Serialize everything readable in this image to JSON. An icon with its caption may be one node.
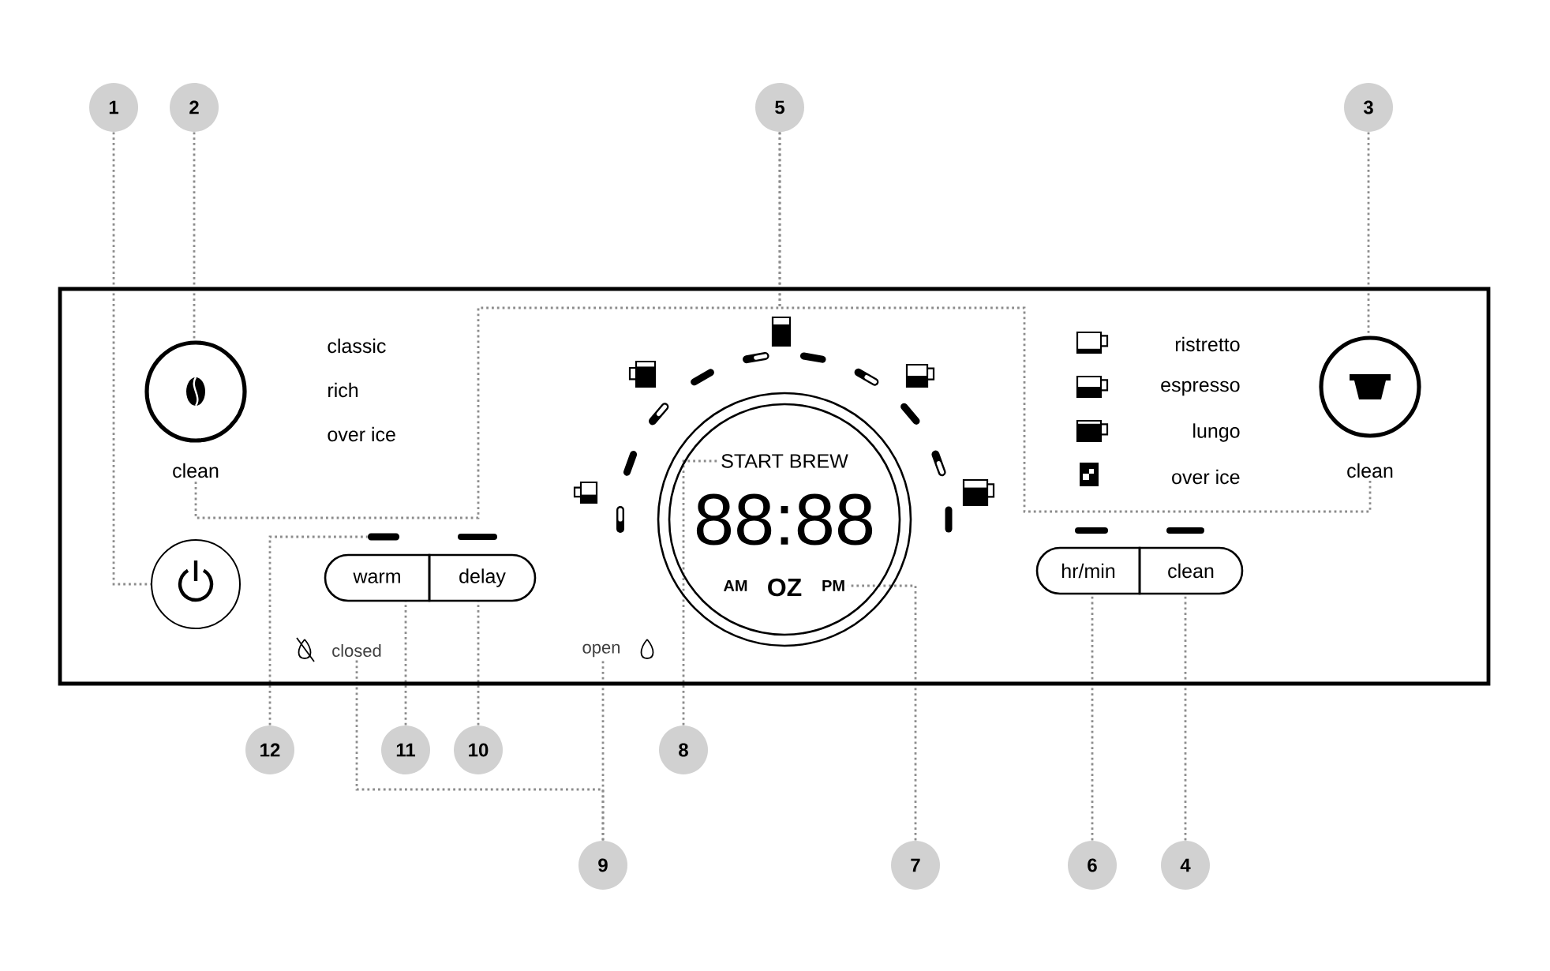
{
  "diagram": {
    "nodes": [
      {
        "text": [
          "1"
        ]
      },
      {
        "text": [
          "2"
        ]
      },
      {
        "text": [
          "5"
        ]
      },
      {
        "text": [
          "3"
        ]
      },
      {
        "text": [],
        "shape": "circle"
      },
      {
        "text": [
          "clean"
        ]
      },
      {
        "text": [],
        "shape": "circle"
      },
      {
        "text": [
          "clean"
        ]
      },
      {
        "text": [],
        "shape": "circle"
      },
      {
        "text": [],
        "shape": "bar"
      },
      {
        "text": [
          "warm"
        ]
      },
      {
        "text": [
          "delay"
        ]
      },
      {
        "text": [
          "START BREW"
        ]
      },
      {
        "text": [
          "PM"
        ]
      },
      {
        "text": [
          "hr/min"
        ]
      },
      {
        "text": [
          "clean"
        ]
      },
      {
        "text": [
          "closed"
        ]
      },
      {
        "text": [
          "open"
        ]
      },
      {
        "text": [
          "12"
        ]
      },
      {
        "text": [
          "11"
        ]
      },
      {
        "text": [
          "10"
        ]
      },
      {
        "text": [
          "8"
        ]
      },
      {
        "text": [
          "9"
        ]
      },
      {
        "text": [
          "7"
        ]
      },
      {
        "text": [
          "6"
        ]
      },
      {
        "text": [
          "4"
        ]
      }
    ],
    "edges": [
      {
        "from": 0,
        "to": 8,
        "arrow": "none"
      },
      {
        "from": 1,
        "to": 4,
        "arrow": "none"
      },
      {
        "from": 2,
        "to": 5,
        "arrow": "none"
      },
      {
        "from": 2,
        "to": 7,
        "arrow": "none"
      },
      {
        "from": 3,
        "to": 6,
        "arrow": "none"
      },
      {
        "from": 18,
        "to": 9,
        "arrow": "none"
      },
      {
        "from": 19,
        "to": 10,
        "arrow": "none"
      },
      {
        "from": 20,
        "to": 11,
        "arrow": "none"
      },
      {
        "from": 21,
        "to": 12,
        "arrow": "none"
      },
      {
        "from": 22,
        "to": 16,
        "arrow": "none"
      },
      {
        "from": 22,
        "to": 17,
        "arrow": "none"
      },
      {
        "from": 23,
        "to": 13,
        "arrow": "none"
      },
      {
        "from": 24,
        "to": 14,
        "arrow": "none"
      },
      {
        "from": 25,
        "to": 15,
        "arrow": "none"
      }
    ],
    "labels": [
      "classic",
      "rich",
      "over ice",
      "ristretto",
      "espresso",
      "lungo",
      "over ice",
      "88:88",
      "AM",
      "OZ"
    ]
  }
}
